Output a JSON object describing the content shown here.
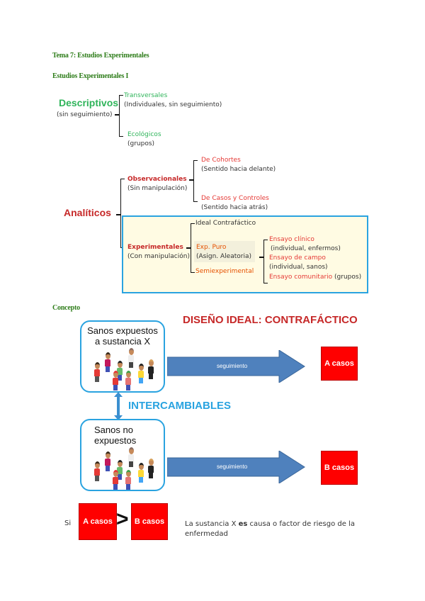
{
  "heading": {
    "topic": "Tema 7: Estudios Experimentales",
    "section": "Estudios Experimentales I",
    "concept": "Concepto"
  },
  "classification": {
    "descriptivos": {
      "title": "Descriptivos",
      "subtitle": "(sin seguimiento)",
      "children": [
        {
          "label": "Transversales",
          "detail": "(Individuales, sin seguimiento)"
        },
        {
          "label": "Ecológicos",
          "detail": "(grupos)"
        }
      ]
    },
    "analiticos": {
      "title": "Analíticos",
      "observacionales": {
        "label": "Observacionales",
        "detail": "(Sin manipulación)",
        "children": [
          {
            "label": "De Cohortes",
            "detail": "(Sentido hacia delante)"
          },
          {
            "label": "De Casos y Controles",
            "detail": "(Sentido hacia atrás)"
          }
        ]
      },
      "experimentales": {
        "label": "Experimentales",
        "detail": "(Con manipulación)",
        "children": [
          {
            "label": "Ideal Contrafáctico"
          },
          {
            "label": "Exp. Puro",
            "detail": "(Asign. Aleatoria)"
          },
          {
            "label": "Semiexperimental"
          }
        ],
        "puro_children": [
          {
            "label": "Ensayo clínico",
            "detail": "(individual, enfermos)"
          },
          {
            "label": "Ensayo de campo",
            "detail": "(individual, sanos)"
          },
          {
            "label": "Ensayo comunitario",
            "detail": "(grupos)"
          }
        ]
      }
    }
  },
  "diagram": {
    "title": "DISEÑO IDEAL: CONTRAFÁCTICO",
    "exposed_group": "Sanos expuestos a sustancia X",
    "unexposed_group": "Sanos no expuestos",
    "exchangeable": "INTERCAMBIABLES",
    "followup_label": "seguimiento",
    "result_a": "A casos",
    "result_b": "B casos",
    "colors": {
      "title": "#c62828",
      "exchangeable": "#29a3e0",
      "arrow": "#4f81bd",
      "result": "#ff0000"
    }
  },
  "conclusion": {
    "prefix": "Si",
    "a": "A casos",
    "operator": ">",
    "b": "B casos",
    "statement_part1": "La sustancia X ",
    "statement_emph": "es",
    "statement_part2": " causa o factor de riesgo de la enfermedad"
  }
}
